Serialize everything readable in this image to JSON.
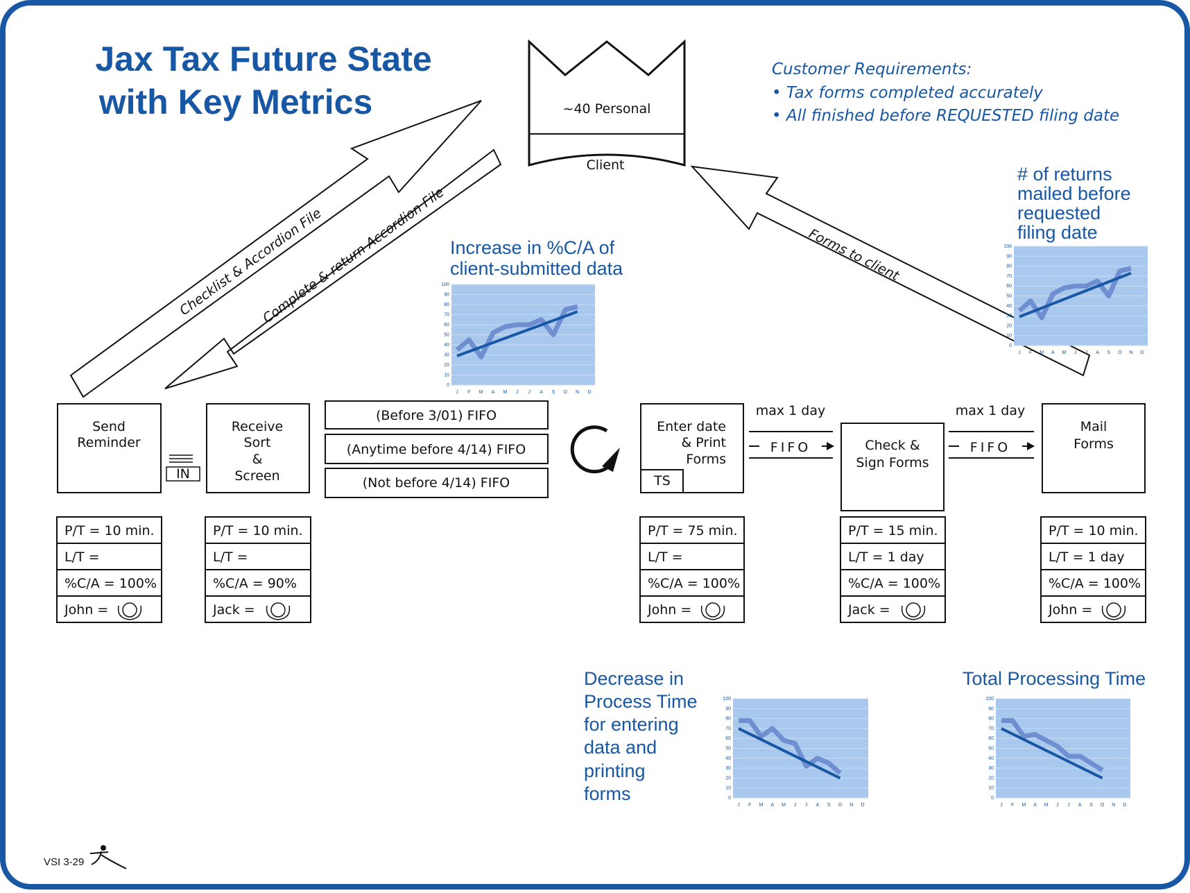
{
  "title_line1": "Jax Tax Future State",
  "title_line2": "with Key Metrics",
  "customer": {
    "label_top": "~40 Personal",
    "label_bottom": "Client"
  },
  "requirements": {
    "heading": "Customer Requirements:",
    "items": [
      "• Tax forms completed accurately",
      "• All finished before REQUESTED filing date"
    ]
  },
  "arrows": {
    "checklist": "Checklist & Accordion File",
    "complete_return": "Complete & return Accordion File",
    "forms_to_client": "Forms to client"
  },
  "processes": [
    {
      "lines": [
        "Send",
        "Reminder"
      ]
    },
    {
      "lines": [
        "Receive",
        "Sort",
        "&",
        "Screen"
      ]
    },
    {
      "lines": [
        "Enter date",
        "& Print",
        "Forms"
      ],
      "tag": "TS"
    },
    {
      "lines": [
        "Check &",
        "Sign Forms"
      ]
    },
    {
      "lines": [
        "Mail",
        "Forms"
      ]
    }
  ],
  "inventory_label": "IN",
  "fifo_lanes": [
    "(Before 3/01) FIFO",
    "(Anytime before 4/14) FIFO",
    "(Not before 4/14) FIFO"
  ],
  "fifo_links": [
    {
      "label": "max 1 day",
      "fifo": "FIFO"
    },
    {
      "label": "max 1 day",
      "fifo": "FIFO"
    }
  ],
  "data_boxes": [
    {
      "pt": "P/T = 10 min.",
      "lt": "L/T =",
      "ca": "%C/A = 100%",
      "op": "John ="
    },
    {
      "pt": "P/T = 10 min.",
      "lt": "L/T =",
      "ca": "%C/A = 90%",
      "op": "Jack ="
    },
    {
      "pt": "P/T = 75 min.",
      "lt": "L/T =",
      "ca": "%C/A = 100%",
      "op": "John ="
    },
    {
      "pt": "P/T = 15 min.",
      "lt": "L/T = 1 day",
      "ca": "%C/A = 100%",
      "op": "Jack ="
    },
    {
      "pt": "P/T = 10 min.",
      "lt": "L/T = 1 day",
      "ca": "%C/A = 100%",
      "op": "John ="
    }
  ],
  "metrics": {
    "ca_increase": [
      "Increase in %C/A of",
      "client-submitted data"
    ],
    "returns": [
      "# of returns",
      "mailed before",
      "requested",
      "filing date"
    ],
    "process_time": [
      "Decrease in",
      "Process Time",
      "for entering",
      "data and",
      "printing",
      "forms"
    ],
    "total_time": [
      "Total Processing Time"
    ]
  },
  "footer": "VSI 3-29",
  "colors": {
    "accent": "#1857a4",
    "chart_bg": "#a9c8ee",
    "series": "#6f8fd0",
    "trend": "#1857a4"
  },
  "chart_data": [
    {
      "type": "line",
      "id": "ca_increase",
      "categories": [
        "J",
        "F",
        "M",
        "A",
        "M",
        "J",
        "J",
        "A",
        "S",
        "O",
        "N",
        "D"
      ],
      "ylim": [
        0,
        100
      ],
      "yticks": [
        0,
        10,
        20,
        30,
        40,
        50,
        60,
        70,
        80,
        90,
        100
      ],
      "series": [
        {
          "values": [
            35,
            45,
            28,
            52,
            58,
            60,
            60,
            65,
            50,
            75,
            78
          ]
        },
        {
          "values": [
            29,
            73
          ],
          "trend": true
        }
      ]
    },
    {
      "type": "line",
      "id": "returns",
      "categories": [
        "J",
        "F",
        "M",
        "A",
        "M",
        "J",
        "J",
        "A",
        "S",
        "O",
        "N",
        "D"
      ],
      "ylim": [
        0,
        100
      ],
      "yticks": [
        0,
        10,
        20,
        30,
        40,
        50,
        60,
        70,
        80,
        90,
        100
      ],
      "series": [
        {
          "values": [
            35,
            45,
            28,
            52,
            58,
            60,
            60,
            65,
            50,
            75,
            78
          ]
        },
        {
          "values": [
            29,
            73
          ],
          "trend": true
        }
      ]
    },
    {
      "type": "line",
      "id": "process_time",
      "categories": [
        "J",
        "F",
        "M",
        "A",
        "M",
        "J",
        "J",
        "A",
        "S",
        "O",
        "N",
        "D"
      ],
      "ylim": [
        0,
        100
      ],
      "yticks": [
        0,
        10,
        20,
        30,
        40,
        50,
        60,
        70,
        80,
        90,
        100
      ],
      "series": [
        {
          "values": [
            78,
            78,
            62,
            70,
            58,
            55,
            32,
            40,
            35,
            25
          ]
        },
        {
          "values": [
            70,
            20
          ],
          "trend": true
        }
      ]
    },
    {
      "type": "line",
      "id": "total_time",
      "categories": [
        "J",
        "F",
        "M",
        "A",
        "M",
        "J",
        "J",
        "A",
        "S",
        "O",
        "N",
        "D"
      ],
      "ylim": [
        0,
        100
      ],
      "yticks": [
        0,
        10,
        20,
        30,
        40,
        50,
        60,
        70,
        80,
        90,
        100
      ],
      "series": [
        {
          "values": [
            78,
            78,
            62,
            64,
            58,
            52,
            42,
            42,
            35,
            28
          ]
        },
        {
          "values": [
            70,
            20
          ],
          "trend": true
        }
      ]
    }
  ]
}
